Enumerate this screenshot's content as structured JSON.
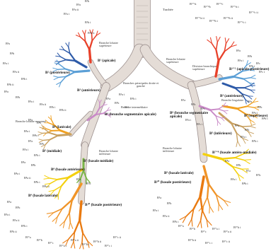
{
  "labels": {
    "trachea": "Trachée",
    "main_bronchi": "Bronches principales droite et gauche",
    "right_upper_lobe_bronchus": "Bronche lobaire supérieure",
    "intermediate_bronchus": "Bronche intermédiaire",
    "middle_lobe_bronchus": "Bronche lobaire moyenne",
    "right_lower_lobe_bronchus": "Bronche lobaire inférieure",
    "left_upper_lobe_bronchus": "Bronche lobaire supérieure",
    "upper_division": "Division bronchique supérieure",
    "lingular_bronchus": "Bronche lingulaire",
    "left_lower_lobe_bronchus": "Bronche lobaire inférieure"
  },
  "segments": {
    "r_b1": "B¹ (apicale)",
    "r_b2": "B² (postérieure)",
    "r_b3": "B³ (antérieure)",
    "r_b4": "B⁴ (latérale)",
    "r_b5": "B⁵ (médiale)",
    "r_b6": "B⁶ (bronche segmentaire apicale)",
    "r_b7": "B⁷ (basale médiale)",
    "r_b8": "B⁸ (basale antérieure)",
    "r_b9": "B⁹ (basale latérale)",
    "r_b10": "B¹⁰ (basale postérieure)",
    "l_b12": "B¹⁺² (apicale-postérieure)",
    "l_b3": "B³ (antérieure)",
    "l_b4": "B⁴ (supérieure)",
    "l_b5": "B⁵ (inférieure)",
    "l_b6": "B⁶ (bronche segmentaire apicale)",
    "l_b78": "B⁷⁺⁸ (basale antéro-médiale)",
    "l_b9": "B⁹ (basale latérale)",
    "l_b10": "B¹⁰ (basale postérieure)"
  },
  "subsegments": {
    "r1": [
      "B¹a",
      "B¹b",
      "B¹a i",
      "B¹a ii",
      "B¹b i",
      "B¹b ii"
    ],
    "r2": [
      "B²a",
      "B²b",
      "B²a i",
      "B²a ii",
      "B²b i",
      "B²b ii"
    ],
    "r3": [
      "B³a",
      "B³b",
      "B³a i",
      "B³a ii",
      "B³b i",
      "B³b ii"
    ],
    "r4": [
      "B⁴a",
      "B⁴b",
      "B⁴a i",
      "B⁴b i"
    ],
    "r5": [
      "B⁵a",
      "B⁵b",
      "B⁵a i",
      "B⁵b i"
    ],
    "r6": [
      "B⁶a",
      "B⁶b",
      "B⁶c",
      "B⁶a i",
      "B⁶b i"
    ],
    "r7": [
      "B⁷a",
      "B⁷b"
    ],
    "r8": [
      "B⁸a",
      "B⁸b",
      "B⁸a i",
      "B⁸a ii",
      "B⁸b i",
      "B⁸b ii"
    ],
    "r9": [
      "B⁹a",
      "B⁹b",
      "B⁹a i",
      "B⁹a ii",
      "B⁹b i",
      "B⁹b ii"
    ],
    "r10": [
      "B¹⁰a",
      "B¹⁰b",
      "B¹⁰c",
      "B¹⁰a i",
      "B¹⁰a ii",
      "B¹⁰b i",
      "B¹⁰b ii",
      "B¹⁰c i",
      "B¹⁰c ii"
    ],
    "l12": [
      "B¹⁺²a",
      "B¹⁺²b",
      "B¹⁺²c",
      "B¹⁺²a i",
      "B¹⁺²a ii",
      "B¹⁺²b i",
      "B¹⁺²b ii",
      "B¹⁺²c i",
      "B¹⁺²c ii"
    ],
    "l3": [
      "B³a",
      "B³b",
      "B³c",
      "B³a i",
      "B³b i",
      "B³c i"
    ],
    "l4": [
      "B⁴a",
      "B⁴b",
      "B⁴a i",
      "B⁴b i"
    ],
    "l5": [
      "B⁵a",
      "B⁵b",
      "B⁵a i",
      "B⁵b i"
    ],
    "l6": [
      "B⁶a",
      "B⁶b",
      "B⁶c",
      "B⁶a i",
      "B⁶c i"
    ],
    "l78": [
      "B⁸a",
      "B⁸b",
      "B⁷a",
      "B⁷b",
      "B⁸a i",
      "B⁸b i"
    ],
    "l9": [
      "B⁹a",
      "B⁹b",
      "B⁹a i",
      "B⁹a ii",
      "B⁹b i"
    ],
    "l10": [
      "B¹⁰a",
      "B¹⁰b",
      "B¹⁰c",
      "B¹⁰a i",
      "B¹⁰a ii",
      "B¹⁰b i",
      "B¹⁰b ii",
      "B¹⁰c i",
      "B¹⁰c ii"
    ]
  },
  "colors": {
    "airway": "#e4dcd6",
    "airway_edge": "#9e9290",
    "apical": "#e8412a",
    "posterior": "#2d5aa8",
    "anterior": "#5b9fd6",
    "lingula_middle": "#f0a020",
    "inferior_lingula": "#c8a060",
    "b6": "#c98ac7",
    "b7": "#7ab648",
    "b8": "#f4d00e",
    "b9": "#f09428",
    "b10": "#e97a10"
  }
}
